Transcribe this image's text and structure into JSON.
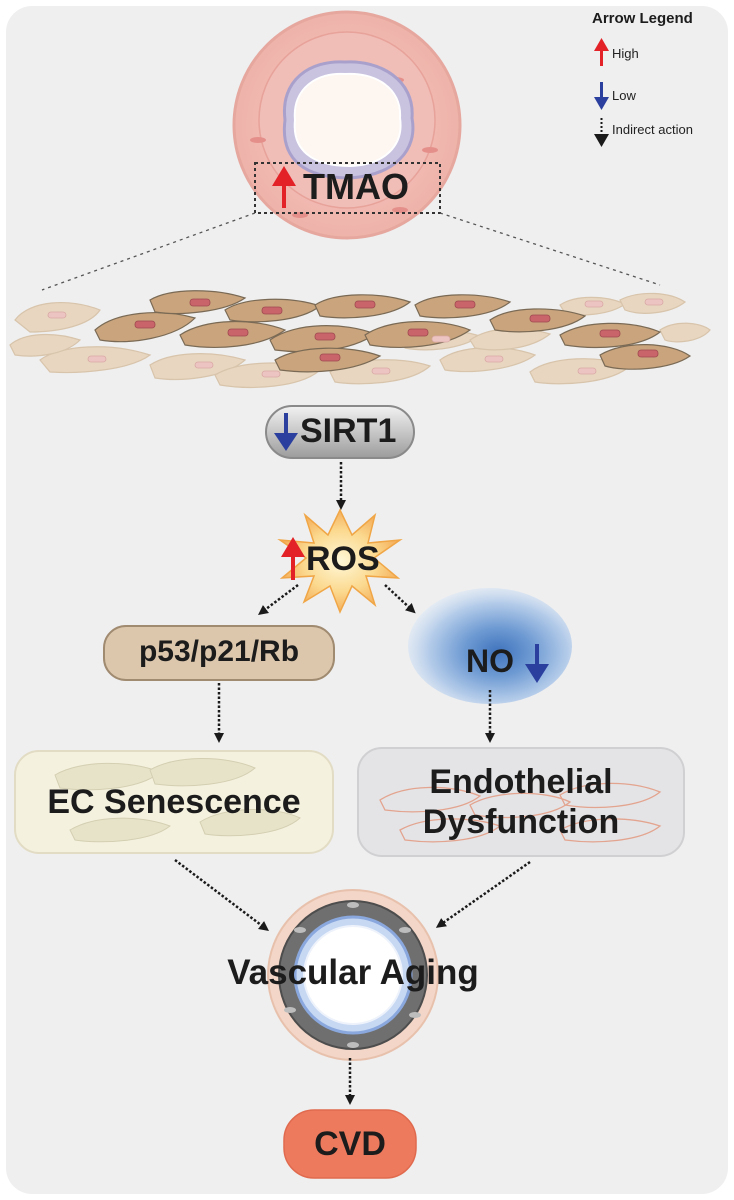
{
  "legend": {
    "title": "Arrow Legend",
    "high": "High",
    "low": "Low",
    "indirect": "Indirect action"
  },
  "nodes": {
    "tmao": "TMAO",
    "sirt1": "SIRT1",
    "ros": "ROS",
    "p53": "p53/p21/Rb",
    "no": "NO",
    "ec_senescence": "EC Senescence",
    "endothelial_line1": "Endothelial",
    "endothelial_line2": "Dysfunction",
    "vascular_aging": "Vascular Aging",
    "cvd": "CVD"
  },
  "colors": {
    "high_arrow": "#e32227",
    "low_arrow": "#2b3f9e",
    "indirect_arrow": "#1a1a1a",
    "cvd_fill": "#ee7a5e",
    "p53_fill": "#dcc7ad",
    "ec_box_fill": "#f4f1de",
    "endo_box_fill": "#e4e4e6"
  }
}
